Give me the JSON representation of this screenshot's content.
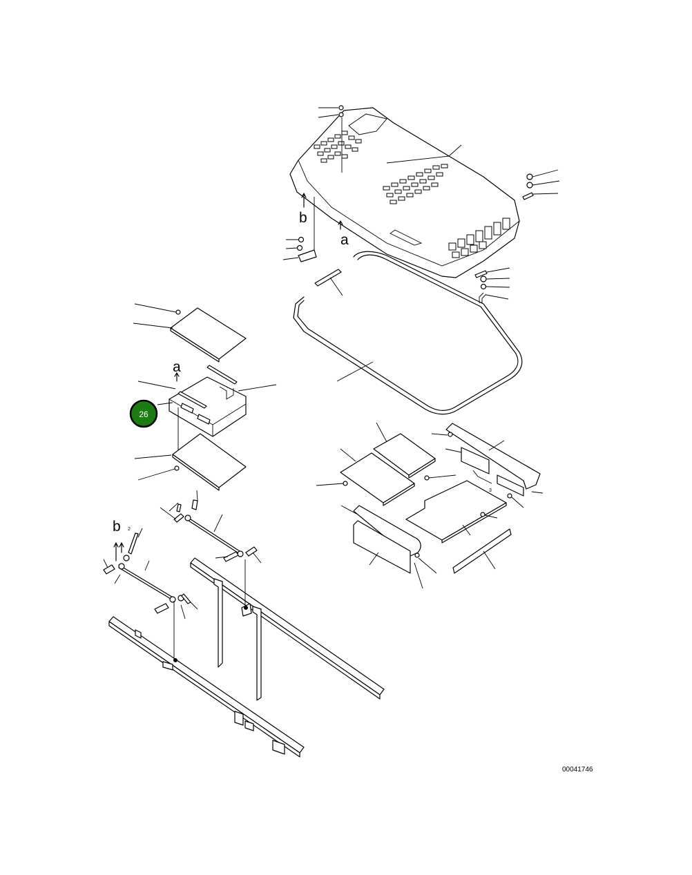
{
  "diagram": {
    "callout_letters": {
      "a_top": "a",
      "b_top": "b",
      "a_left": "a",
      "b_left": "b"
    },
    "callout_badge": {
      "label": "26",
      "color": "#1e7a12"
    },
    "tiny_marks": {
      "two": "2",
      "three": "3"
    },
    "reference_number": "00041746"
  }
}
